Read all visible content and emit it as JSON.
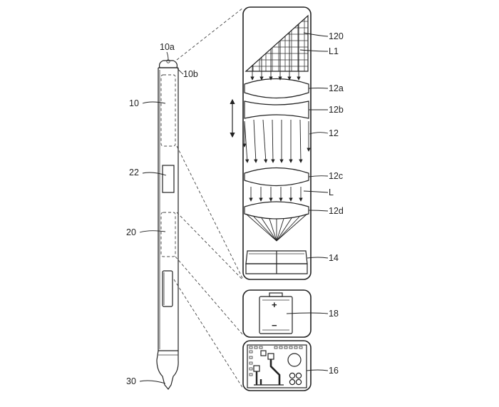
{
  "figure": {
    "pen": {
      "labels": {
        "tip_top": "10a",
        "cap_side": "10b",
        "upper_body": "10",
        "window": "22",
        "middle_section": "20",
        "tip": "30"
      }
    },
    "optics_panel": {
      "labels": {
        "mesh": "120",
        "incoming_light": "L1",
        "lens_a": "12a",
        "lens_b": "12b",
        "lens_group": "12",
        "lens_c": "12c",
        "light": "L",
        "lens_d": "12d",
        "sensor": "14"
      }
    },
    "battery_panel": {
      "labels": {
        "battery": "18",
        "plus_sign": "+",
        "minus_sign": "−"
      }
    },
    "board_panel": {
      "labels": {
        "circuit_board": "16"
      }
    }
  }
}
